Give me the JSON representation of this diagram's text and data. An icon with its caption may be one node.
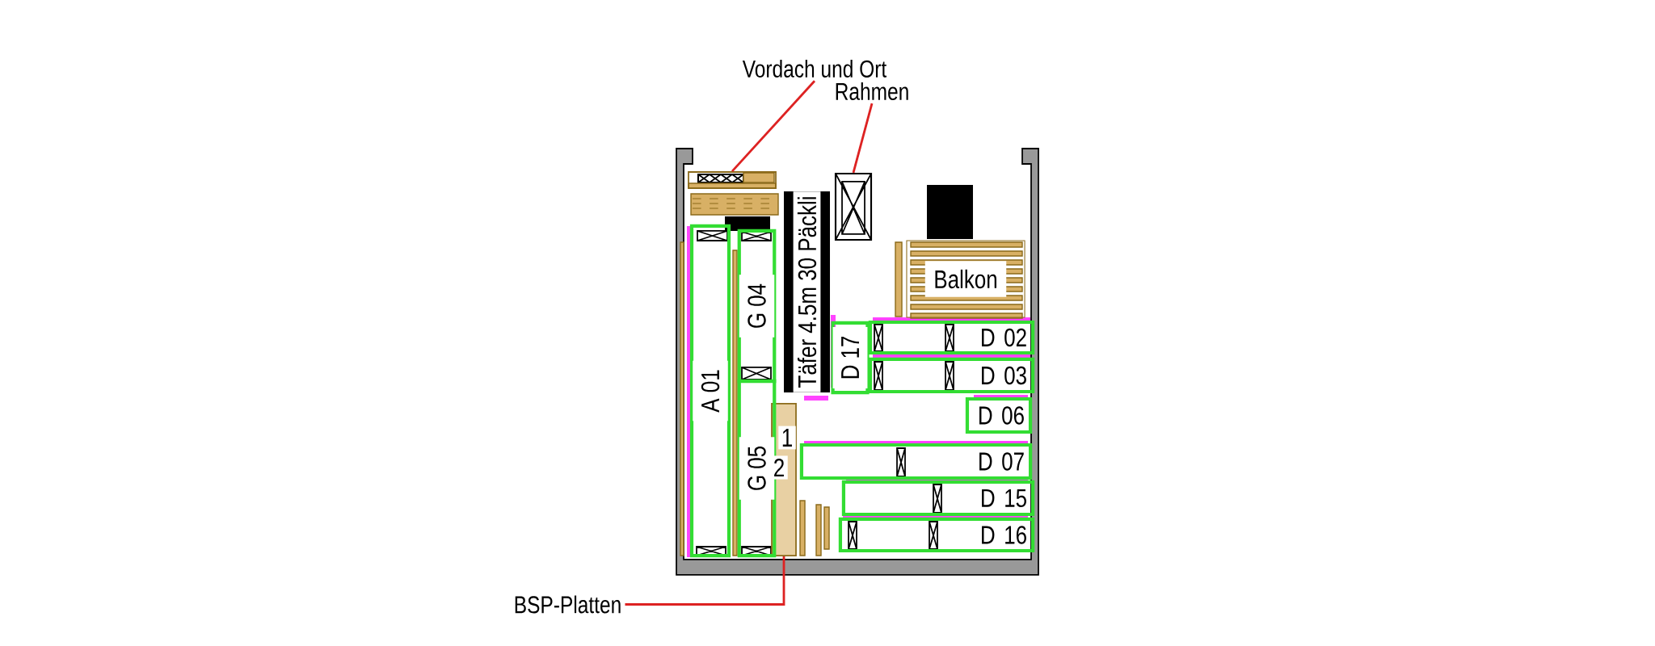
{
  "diagram": {
    "nodes": [
      {
        "text": [
          "Vordach und Ort"
        ]
      },
      {
        "text": [
          "Rahmen"
        ]
      },
      {
        "text": [
          "BSP-Platten"
        ]
      },
      {
        "text": [],
        "shape": "box"
      },
      {
        "text": [],
        "shape": "box"
      },
      {
        "text": [],
        "shape": "box"
      },
      {
        "text": [
          "A 01"
        ]
      },
      {
        "text": [
          "G 04"
        ]
      },
      {
        "text": [
          "G 05"
        ]
      },
      {
        "text": [
          "Täfer 4.5m 30 Päckli"
        ]
      },
      {
        "text": [
          "Balkon"
        ]
      },
      {
        "text": [
          "D 17"
        ]
      },
      {
        "text": [
          "D 02"
        ]
      },
      {
        "text": [
          "D 03"
        ]
      },
      {
        "text": [
          "D 06"
        ]
      },
      {
        "text": [
          "D 07"
        ]
      },
      {
        "text": [
          "D 15"
        ]
      },
      {
        "text": [
          "D 16"
        ]
      }
    ],
    "edges": [
      {
        "from": 0,
        "to": 3,
        "arrow": "none"
      },
      {
        "from": 1,
        "to": 4,
        "arrow": "none"
      },
      {
        "from": 2,
        "to": 5,
        "arrow": "none"
      }
    ],
    "labels": [
      "1",
      "2"
    ]
  }
}
